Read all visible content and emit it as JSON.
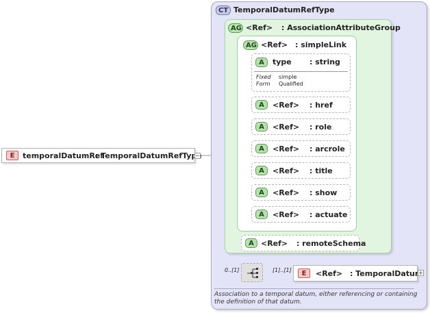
{
  "complex_type": {
    "badge": "CT",
    "name": "TemporalDatumRefType"
  },
  "root_element": {
    "badge": "E",
    "label": "temporalDatumRef",
    "type": ": TemporalDatumRefType"
  },
  "association_group": {
    "badge": "AG",
    "ref": "<Ref>",
    "name": ": AssociationAttributeGroup"
  },
  "simple_link": {
    "badge": "AG",
    "ref": "<Ref>",
    "name": ": simpleLink"
  },
  "type_attr": {
    "badge": "A",
    "name": "type",
    "type": ": string",
    "fixed_label": "Fixed",
    "fixed_value": "simple",
    "form_label": "Form",
    "form_value": "Qualified"
  },
  "attributes": [
    {
      "badge": "A",
      "ref": "<Ref>",
      "name": ": href"
    },
    {
      "badge": "A",
      "ref": "<Ref>",
      "name": ": role"
    },
    {
      "badge": "A",
      "ref": "<Ref>",
      "name": ": arcrole"
    },
    {
      "badge": "A",
      "ref": "<Ref>",
      "name": ": title"
    },
    {
      "badge": "A",
      "ref": "<Ref>",
      "name": ": show"
    },
    {
      "badge": "A",
      "ref": "<Ref>",
      "name": ": actuate"
    }
  ],
  "remote_schema": {
    "badge": "A",
    "ref": "<Ref>",
    "name": ": remoteSchema"
  },
  "sequence": {
    "min_occurs": "0..[1]",
    "child_occurs": "[1]..[1]"
  },
  "temporal_datum": {
    "badge": "E",
    "ref": "<Ref>",
    "name": ": TemporalDatum"
  },
  "description": "Association to a temporal datum, either referencing or containing the definition of that datum."
}
